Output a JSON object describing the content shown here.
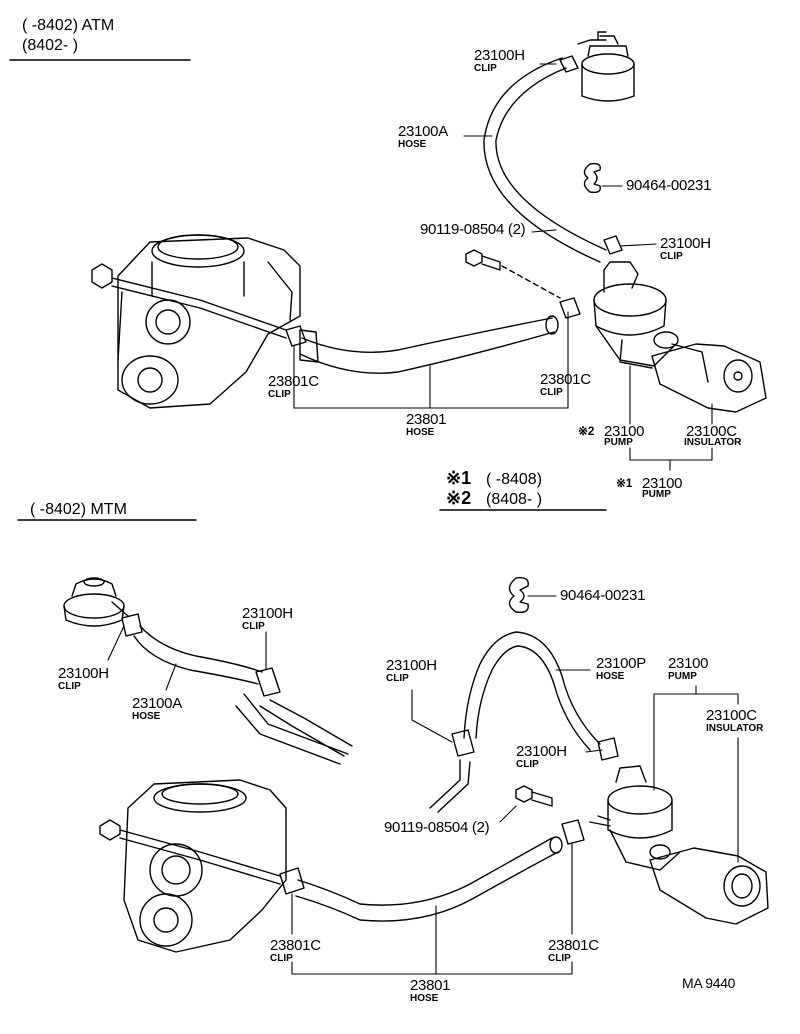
{
  "headers": {
    "atm_line1": "(       -8402) ATM",
    "atm_line2": "(8402-        )",
    "mtm_line1": "(        -8402) MTM",
    "note1_mark": "※1",
    "note1_range": "(        -8408)",
    "note2_mark": "※2",
    "note2_range": "(8408-        )"
  },
  "atm": {
    "clip_top": {
      "pn": "23100H",
      "sub": "CLIP"
    },
    "hose_a": {
      "pn": "23100A",
      "sub": "HOSE"
    },
    "clamp": {
      "pn": "90464-00231"
    },
    "bolt": {
      "pn": "90119-08504 (2)"
    },
    "clip_mid": {
      "pn": "23100H",
      "sub": "CLIP"
    },
    "clip_left": {
      "pn": "23801C",
      "sub": "CLIP"
    },
    "clip_right": {
      "pn": "23801C",
      "sub": "CLIP"
    },
    "hose_main": {
      "pn": "23801",
      "sub": "HOSE"
    },
    "pump2": {
      "mark": "※2",
      "pn": "23100",
      "sub": "PUMP"
    },
    "insulator": {
      "pn": "23100C",
      "sub": "INSULATOR"
    },
    "pump1": {
      "mark": "※1",
      "pn": "23100",
      "sub": "PUMP"
    }
  },
  "mtm": {
    "clamp": {
      "pn": "90464-00231"
    },
    "clip_upper": {
      "pn": "23100H",
      "sub": "CLIP"
    },
    "clip_filter": {
      "pn": "23100H",
      "sub": "CLIP"
    },
    "hose_a": {
      "pn": "23100A",
      "sub": "HOSE"
    },
    "clip_leftmid": {
      "pn": "23100H",
      "sub": "CLIP"
    },
    "hose_p": {
      "pn": "23100P",
      "sub": "HOSE"
    },
    "pump": {
      "pn": "23100",
      "sub": "PUMP"
    },
    "insulator": {
      "pn": "23100C",
      "sub": "INSULATOR"
    },
    "clip_pump": {
      "pn": "23100H",
      "sub": "CLIP"
    },
    "bolt": {
      "pn": "90119-08504 (2)"
    },
    "clip_left": {
      "pn": "23801C",
      "sub": "CLIP"
    },
    "clip_right": {
      "pn": "23801C",
      "sub": "CLIP"
    },
    "hose_main": {
      "pn": "23801",
      "sub": "HOSE"
    }
  },
  "code": "MA 9440",
  "icons": [
    "engine-icon",
    "fuel-filter-icon",
    "fuel-pump-icon",
    "insulator-icon",
    "bolt-icon",
    "clamp-icon",
    "clip-icon",
    "hose-icon"
  ]
}
